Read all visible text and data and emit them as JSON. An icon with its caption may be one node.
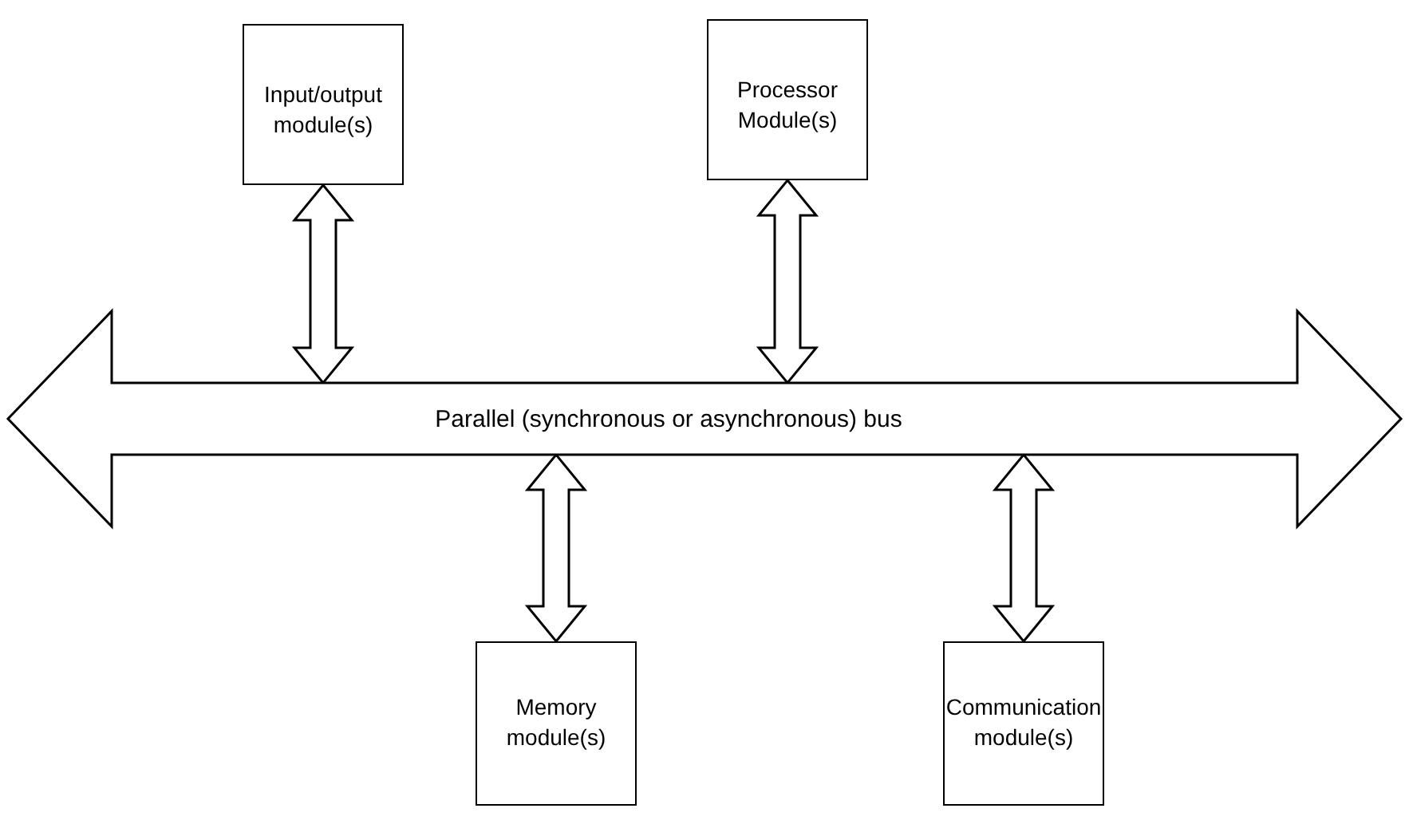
{
  "diagram": {
    "nodes": [
      {
        "text": [
          "Input/output module(s)"
        ]
      },
      {
        "text": [
          "Processor Module(s)"
        ]
      },
      {
        "text": [
          "Parallel (synchronous or asynchronous) bus"
        ]
      },
      {
        "text": [
          "Memory module(s)"
        ]
      },
      {
        "text": [
          "Communication module(s)"
        ]
      }
    ],
    "edges": [
      {
        "from": 0,
        "to": 2,
        "arrow": "both"
      },
      {
        "from": 1,
        "to": 2,
        "arrow": "both"
      },
      {
        "from": 3,
        "to": 2,
        "arrow": "both"
      },
      {
        "from": 4,
        "to": 2,
        "arrow": "both"
      }
    ]
  }
}
